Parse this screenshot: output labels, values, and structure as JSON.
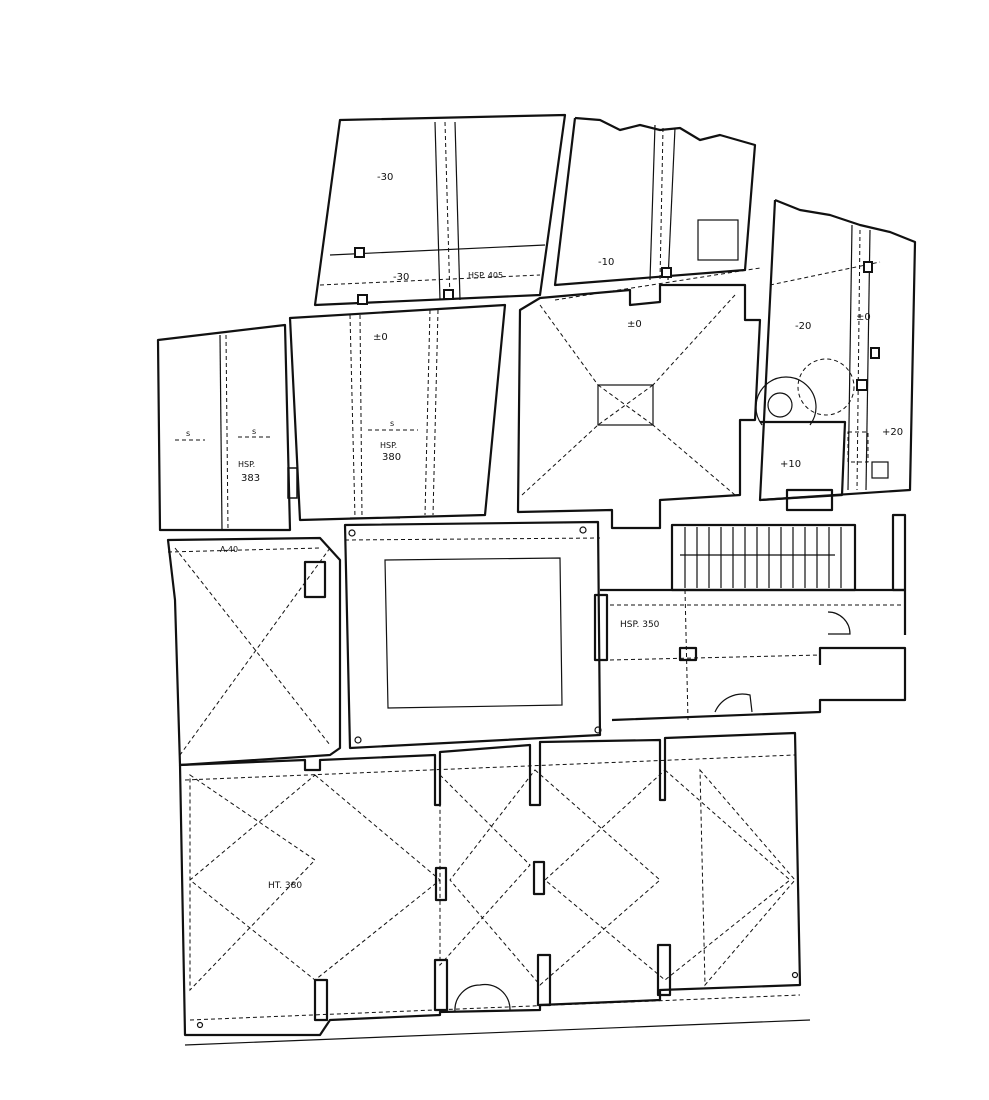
{
  "plan": {
    "labels": {
      "level_top_left": "-30",
      "level_top_left_corridor": "-30",
      "hsp_403": "HSP. 405",
      "level_top_mid": "-10",
      "level_room_380": "±0",
      "level_pyramid_room": "±0",
      "level_right_room": "-20",
      "level_right_strip": "±0",
      "level_right_lower": "+20",
      "level_small_room": "+10",
      "hsp_380_a": "HSP.",
      "hsp_380_b": "380",
      "hsp_383_a": "HSP.",
      "hsp_383_b": "383",
      "span_1": "s",
      "span_2": "s",
      "span_3": "s",
      "h_40": "A.40",
      "hsp_350": "HSP. 350",
      "ht_380": "HT. 380"
    }
  }
}
